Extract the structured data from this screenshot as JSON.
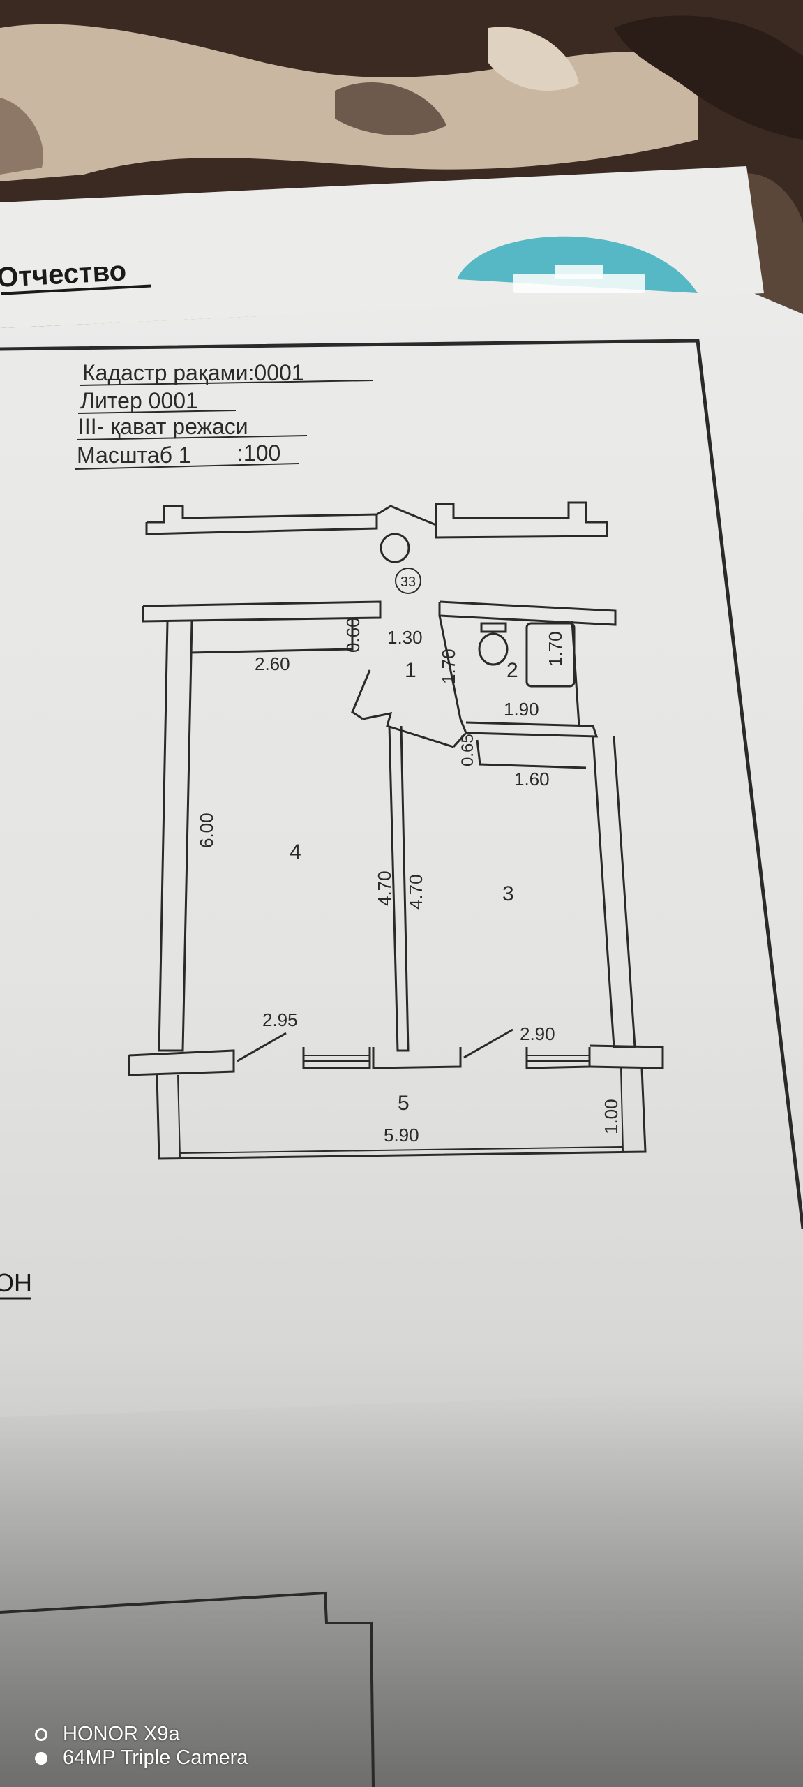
{
  "background_doc": {
    "title_fragment": "Отчество",
    "logo_color": "#55b8c4"
  },
  "plan_header": {
    "cadastre": "Кадастр рақами:0001",
    "liter": "Литер 0001",
    "floor": "III- қават режаси",
    "scale_prefix": "Масштаб 1",
    "scale_suffix": ":100"
  },
  "stair_number": "33",
  "rooms": {
    "r1": "1",
    "r2": "2",
    "r3": "3",
    "r4": "4",
    "r5": "5"
  },
  "dimensions": {
    "d_0_60": "0.60",
    "d_1_30": "1.30",
    "d_2_60": "2.60",
    "d_1_70_corridor": "1.70",
    "d_1_70_bath": "1.70",
    "d_1_90": "1.90",
    "d_0_65": "0.65",
    "d_1_60": "1.60",
    "d_6_00": "6.00",
    "d_4_70_left": "4.70",
    "d_4_70_right": "4.70",
    "d_2_95": "2.95",
    "d_2_90": "2.90",
    "d_1_00": "1.00",
    "d_5_90": "5.90"
  },
  "bottom_fragment": "ОН",
  "watermark": {
    "line1": "HONOR X9a",
    "line2": "64MP Triple Camera"
  },
  "colors": {
    "paper": "#e9e9e6",
    "ink": "#2a2a2a",
    "carpet_dark": "#3b2a22",
    "carpet_light": "#c9b7a2"
  }
}
